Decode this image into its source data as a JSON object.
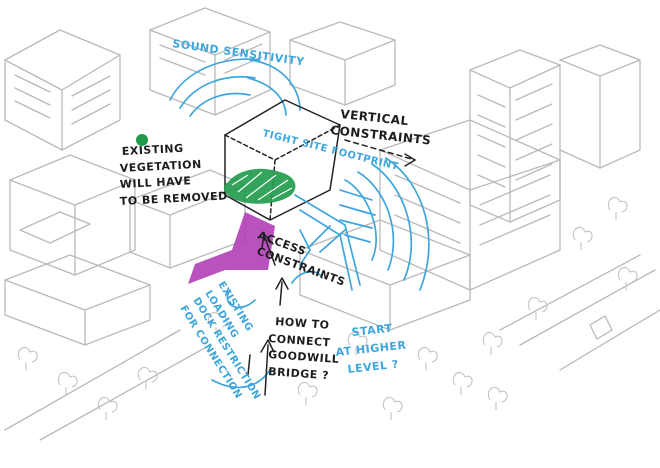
{
  "annotations": {
    "sound_sensitivity": "SOUND SENSITIVITY",
    "vertical_constraints_1": "VERTICAL",
    "vertical_constraints_2": "CONSTRAINTS",
    "tight_site_footprint": "TIGHT SITE FOOTPRINT",
    "vegetation_1": "EXISTING",
    "vegetation_2": "VEGETATION",
    "vegetation_3": "WILL HAVE",
    "vegetation_4": "TO BE REMOVED",
    "access_1": "ACCESS",
    "access_2": "CONSTRAINTS",
    "loading_1": "EXISTING",
    "loading_2": "LOADING",
    "loading_3": "DOCK RESTRICTION",
    "loading_4": "FOR CONNECTION",
    "bridge_1": "HOW TO",
    "bridge_2": "CONNECT",
    "bridge_3": "GOODWILL",
    "bridge_4": "BRIDGE ?",
    "start_1": "START",
    "start_2": "AT HIGHER",
    "start_3": "LEVEL ?"
  },
  "colors": {
    "ink": "#1d1d1d",
    "blue_annotation": "#3ea6dc",
    "green_vegetation": "#1e9a4a",
    "purple_access": "#b13fb6",
    "building_lines": "#b9b9b9"
  }
}
